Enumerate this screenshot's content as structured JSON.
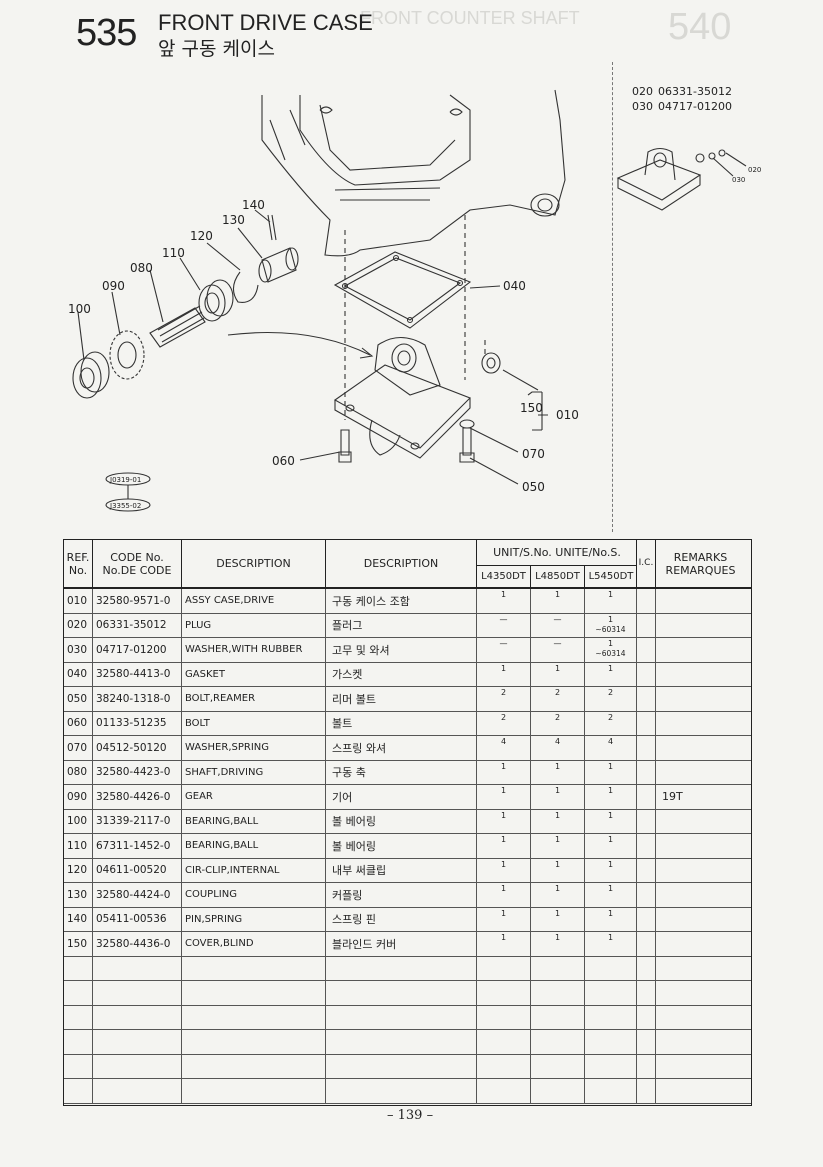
{
  "header": {
    "number": "535",
    "title": "FRONT DRIVE CASE",
    "subtitle": "앞 구동 케이스"
  },
  "side_list": [
    {
      "ref": "020",
      "code": "06331-35012"
    },
    {
      "ref": "030",
      "code": "04717-01200"
    }
  ],
  "diagram": {
    "callouts": {
      "c100": "100",
      "c090": "090",
      "c080": "080",
      "c110": "110",
      "c120": "120",
      "c130": "130",
      "c140": "140",
      "c040": "040",
      "c150": "150",
      "c010": "010",
      "c070": "070",
      "c060": "060",
      "c050": "050"
    },
    "ref_tags": {
      "t1": "J0319-01",
      "t2": "J3355-02"
    },
    "inset_labels": {
      "i020": "020",
      "i030": "030"
    }
  },
  "table": {
    "headers": {
      "ref": "REF. No.",
      "code": "CODE No. No.DE CODE",
      "desc_en": "DESCRIPTION",
      "desc_kr": "DESCRIPTION",
      "unit_top": "UNIT/S.No. UNITE/No.S.",
      "model1": "L4350DT",
      "model2": "L4850DT",
      "model3": "L5450DT",
      "ic": "I.C.",
      "remarks": "REMARKS REMARQUES"
    },
    "rows": [
      {
        "ref": "010",
        "code": "32580-9571-0",
        "desc": "ASSY CASE,DRIVE",
        "kr": "구동 케이스 조함",
        "q1": "1",
        "q2": "1",
        "q3": "1",
        "n3": "",
        "rem": ""
      },
      {
        "ref": "020",
        "code": "06331-35012",
        "desc": "PLUG",
        "kr": "플러그",
        "q1": "—",
        "q2": "—",
        "q3": "1",
        "n3": "~60314",
        "rem": ""
      },
      {
        "ref": "030",
        "code": "04717-01200",
        "desc": "WASHER,WITH RUBBER",
        "kr": "고무 및 와셔",
        "q1": "—",
        "q2": "—",
        "q3": "1",
        "n3": "~60314",
        "rem": ""
      },
      {
        "ref": "040",
        "code": "32580-4413-0",
        "desc": "GASKET",
        "kr": "가스켓",
        "q1": "1",
        "q2": "1",
        "q3": "1",
        "n3": "",
        "rem": ""
      },
      {
        "ref": "050",
        "code": "38240-1318-0",
        "desc": "BOLT,REAMER",
        "kr": "리머 볼트",
        "q1": "2",
        "q2": "2",
        "q3": "2",
        "n3": "",
        "rem": ""
      },
      {
        "ref": "060",
        "code": "01133-51235",
        "desc": "BOLT",
        "kr": "볼트",
        "q1": "2",
        "q2": "2",
        "q3": "2",
        "n3": "",
        "rem": ""
      },
      {
        "ref": "070",
        "code": "04512-50120",
        "desc": "WASHER,SPRING",
        "kr": "스프링 와셔",
        "q1": "4",
        "q2": "4",
        "q3": "4",
        "n3": "",
        "rem": ""
      },
      {
        "ref": "080",
        "code": "32580-4423-0",
        "desc": "SHAFT,DRIVING",
        "kr": "구동 축",
        "q1": "1",
        "q2": "1",
        "q3": "1",
        "n3": "",
        "rem": ""
      },
      {
        "ref": "090",
        "code": "32580-4426-0",
        "desc": "GEAR",
        "kr": "기어",
        "q1": "1",
        "q2": "1",
        "q3": "1",
        "n3": "",
        "rem": "19T"
      },
      {
        "ref": "100",
        "code": "31339-2117-0",
        "desc": "BEARING,BALL",
        "kr": "볼 베어링",
        "q1": "1",
        "q2": "1",
        "q3": "1",
        "n3": "",
        "rem": ""
      },
      {
        "ref": "110",
        "code": "67311-1452-0",
        "desc": "BEARING,BALL",
        "kr": "볼 베어링",
        "q1": "1",
        "q2": "1",
        "q3": "1",
        "n3": "",
        "rem": ""
      },
      {
        "ref": "120",
        "code": "04611-00520",
        "desc": "CIR-CLIP,INTERNAL",
        "kr": "내부 써클립",
        "q1": "1",
        "q2": "1",
        "q3": "1",
        "n3": "",
        "rem": ""
      },
      {
        "ref": "130",
        "code": "32580-4424-0",
        "desc": "COUPLING",
        "kr": "커플링",
        "q1": "1",
        "q2": "1",
        "q3": "1",
        "n3": "",
        "rem": ""
      },
      {
        "ref": "140",
        "code": "05411-00536",
        "desc": "PIN,SPRING",
        "kr": "스프링 핀",
        "q1": "1",
        "q2": "1",
        "q3": "1",
        "n3": "",
        "rem": ""
      },
      {
        "ref": "150",
        "code": "32580-4436-0",
        "desc": "COVER,BLIND",
        "kr": "블라인드 커버",
        "q1": "1",
        "q2": "1",
        "q3": "1",
        "n3": "",
        "rem": ""
      },
      {
        "ref": "",
        "code": "",
        "desc": "",
        "kr": "",
        "q1": "",
        "q2": "",
        "q3": "",
        "n3": "",
        "rem": ""
      },
      {
        "ref": "",
        "code": "",
        "desc": "",
        "kr": "",
        "q1": "",
        "q2": "",
        "q3": "",
        "n3": "",
        "rem": ""
      },
      {
        "ref": "",
        "code": "",
        "desc": "",
        "kr": "",
        "q1": "",
        "q2": "",
        "q3": "",
        "n3": "",
        "rem": ""
      },
      {
        "ref": "",
        "code": "",
        "desc": "",
        "kr": "",
        "q1": "",
        "q2": "",
        "q3": "",
        "n3": "",
        "rem": ""
      },
      {
        "ref": "",
        "code": "",
        "desc": "",
        "kr": "",
        "q1": "",
        "q2": "",
        "q3": "",
        "n3": "",
        "rem": ""
      },
      {
        "ref": "",
        "code": "",
        "desc": "",
        "kr": "",
        "q1": "",
        "q2": "",
        "q3": "",
        "n3": "",
        "rem": ""
      }
    ]
  },
  "page_number": "– 139 –"
}
